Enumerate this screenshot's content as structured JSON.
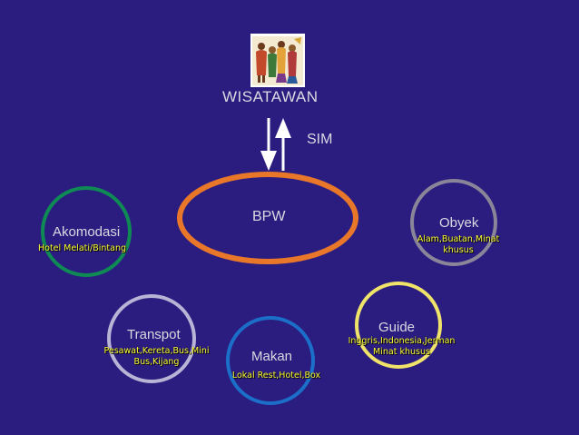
{
  "title": "WISATAWAN",
  "flow_label": "SIM",
  "center": "BPW",
  "nodes": {
    "akomodasi": {
      "label": "Akomodasi",
      "note": "Hotel Melati/Bintang",
      "color": "#0f8a55"
    },
    "obyek": {
      "label": "Obyek",
      "note_lines": [
        "Alam,Buatan,Minat",
        "khusus"
      ],
      "color": "#8a8598"
    },
    "transpot": {
      "label": "Transpot",
      "note_lines": [
        "Pesawat,Kereta,Bus,Mini",
        "Bus,Kijang"
      ],
      "color": "#b9b4d6"
    },
    "makan": {
      "label": "Makan",
      "note": "Lokal Rest,Hotel,Box",
      "color": "#1b6fc8"
    },
    "guide": {
      "label": "Guide",
      "note_lines": [
        "Inggris,Indonesia,Jerman",
        "Minat khusus"
      ],
      "color": "#f0e36a"
    }
  },
  "center_color": "#e8772a",
  "icons": {
    "tourists": "tourists-clipart-icon"
  }
}
